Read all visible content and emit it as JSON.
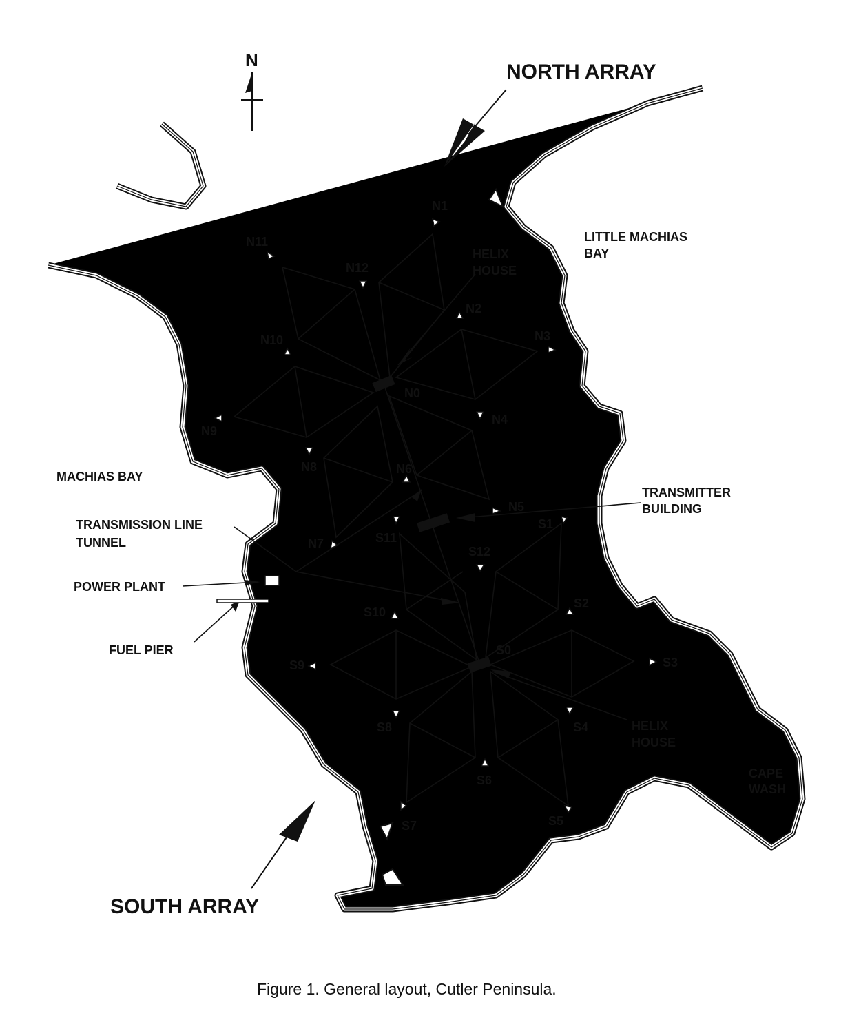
{
  "north_symbol": "N",
  "titles": {
    "north_array": "NORTH ARRAY",
    "south_array": "SOUTH ARRAY"
  },
  "places": {
    "little_machias_bay": [
      "LITTLE MACHIAS",
      "BAY"
    ],
    "machias_bay": "MACHIAS BAY",
    "cape_wash": [
      "CAPE",
      "WASH"
    ]
  },
  "facilities": {
    "helix_house_north": [
      "HELIX",
      "HOUSE"
    ],
    "helix_house_south": [
      "HELIX",
      "HOUSE"
    ],
    "transmitter_building": [
      "TRANSMITTER",
      "BUILDING"
    ],
    "transmission_line_tunnel": [
      "TRANSMISSION LINE",
      "TUNNEL"
    ],
    "power_plant": "POWER PLANT",
    "fuel_pier": "FUEL PIER"
  },
  "towers": {
    "north": [
      "N0",
      "N1",
      "N2",
      "N3",
      "N4",
      "N5",
      "N6",
      "N7",
      "N8",
      "N9",
      "N10",
      "N11",
      "N12"
    ],
    "south": [
      "S0",
      "S1",
      "S2",
      "S3",
      "S4",
      "S5",
      "S6",
      "S7",
      "S8",
      "S9",
      "S10",
      "S11",
      "S12"
    ]
  },
  "caption": "Figure 1.  General layout, Cutler Peninsula."
}
